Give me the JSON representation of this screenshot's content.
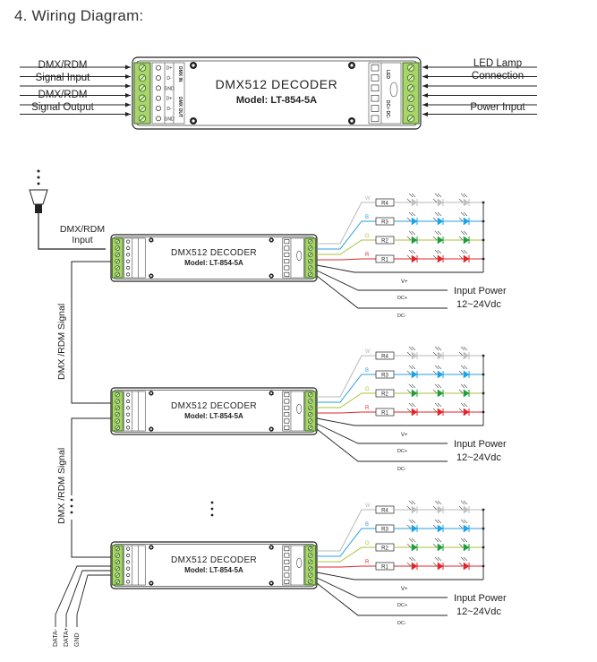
{
  "section_title": "4. Wiring Diagram:",
  "decoder": {
    "name": "DMX512 DECODER",
    "model": "Model: LT-854-5A",
    "dmx_in_label": "DMX IN",
    "dmx_out_label": "DMX OUT",
    "dmx_in_pins": [
      "D+",
      "D-",
      "GND"
    ],
    "dmx_out_pins": [
      "D+",
      "D-",
      "GND"
    ],
    "led_label": "LED",
    "power_label": "DC+ DC-"
  },
  "top": {
    "dmx_in_label": "DMX/RDM\nSignal Input",
    "dmx_out_label": "DMX/RDM\nSignal Output",
    "led_lamp_label": "LED Lamp\nConnection",
    "power_input_label": "Power Input"
  },
  "dmx_input_label": "DMX/RDM\nInput",
  "dmx_signal_label": "DMX /RDM Signal",
  "resistors": [
    "R4",
    "R3",
    "R2",
    "R1"
  ],
  "channel_letters": [
    "W",
    "B",
    "G",
    "R"
  ],
  "channel_colors": [
    "#b8b8b8",
    "#2b9fe0",
    "#a8c23a",
    "#e0252b"
  ],
  "led_colors": [
    "#bfbfbf",
    "#1aa3e8",
    "#1f9e3a",
    "#e0252b"
  ],
  "vplus_label": "V+",
  "dcplus_label": "DC+",
  "dcminus_label": "DC-",
  "input_power_label": "Input Power",
  "voltage_label": "12~24Vdc",
  "bus_wires": [
    "DATA-",
    "DATA+",
    "GND"
  ],
  "ellipsis": "⋮"
}
